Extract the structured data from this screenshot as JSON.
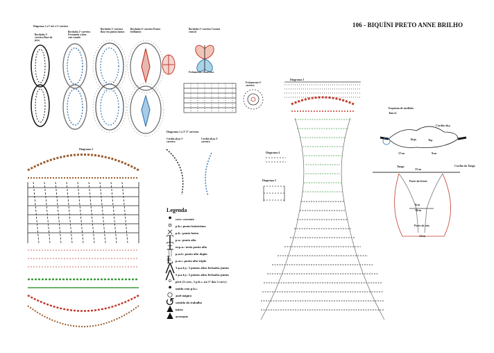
{
  "title": "106 - BIQUÍNI PRETO ANNE BRILHO",
  "diagrams": {
    "d1": {
      "label": "Diagrama 1 a 5ª até o 5ª carreira"
    },
    "d2": {
      "label": "Diagrama 2"
    },
    "d3": {
      "label": "Diagrama 3"
    },
    "d4": {
      "label": "Diagrama 4"
    },
    "d5": {
      "label": "Diagrama 5"
    },
    "d6": {
      "label": "Diagrama 1 a 5ª 2ª carreira"
    }
  },
  "notes": {
    "c1": "Bordados 1ª carreira Base da peça",
    "c2": "Bordados 2ª carreira Formando a base com vazado",
    "c3": "Bordados 3ª carreira Base em pontos baixos",
    "c4": "Bordados 4ª carreira Pontos brilhantes",
    "c5": "Bordados 5ª carreira Costura central",
    "f1": "Fechamento 1ª carreira",
    "f2": "Fechamento 2ª carreira",
    "cd1": "Cordão alças 1ª carreira",
    "cd2": "Cordão alças 2ª carreira"
  },
  "size_chart": {
    "title": "Esquema de medidas",
    "subtitle": "Tam.G",
    "tanga_label": "Tanga",
    "frente_label": "Parte da frente",
    "tras_label": "Parte de trás",
    "w_top": "37cm",
    "w_bottom": "12cm",
    "h1": "8cm",
    "h2": "10cm",
    "side": "Cordão alça",
    "top_w": "Cordão da Tanga",
    "top_label": "Top",
    "bojo_label": "Bojo",
    "cm1": "17cm",
    "cm2": "9cm"
  },
  "legend": {
    "title": "Legenda",
    "items": [
      "corr. corrente",
      "p.b.c ponto baixíssimo",
      "p.b.: ponto baixo",
      "p.a.: ponto alto",
      "m.p.a.: meio ponto alto",
      "p.a.d.: ponto alto duplo",
      "p.a.t.: ponto alto triplo",
      "3 p.a.f.j.: 3 pontos altos fechados juntos",
      "5 p.a.f.j.: 5 pontos altos fechados juntos",
      "picô (3 corr., 1 p.b.c. na 1ª das 3 corr.)",
      "unido com p.b.c.",
      "anel mágico",
      "sentido do trabalho",
      "início",
      "arremate"
    ]
  },
  "colors": {
    "black": "#1a1a1a",
    "red": "#c0392b",
    "green": "#3a9a3a",
    "blue": "#3b78b0",
    "brown": "#9a5a2a",
    "gray": "#888888"
  }
}
